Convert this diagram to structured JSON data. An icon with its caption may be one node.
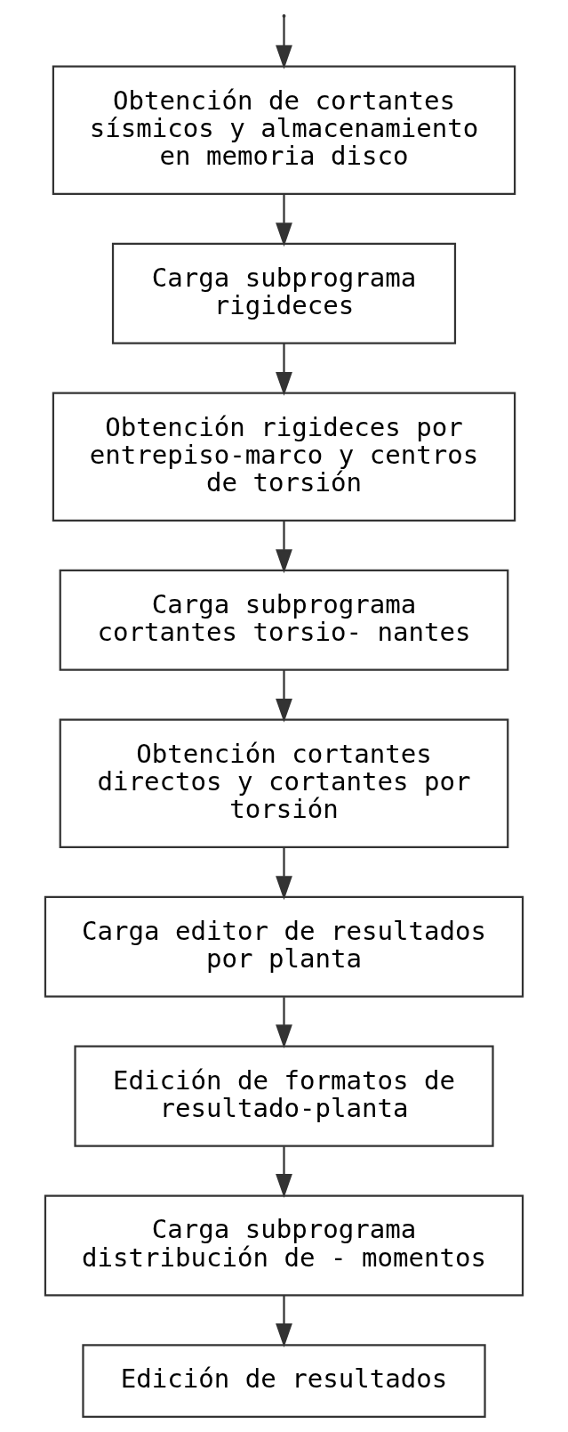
{
  "diagram": {
    "nodes": [
      {
        "text": [
          "Obtención de cortantes sísmicos y almacenamiento en memoria disco"
        ]
      },
      {
        "text": [
          "Carga subprograma rigideces"
        ]
      },
      {
        "text": [
          "Obtención rigideces por entrepiso-marco y centros de torsión"
        ]
      },
      {
        "text": [
          "Carga subprograma cortantes torsio- nantes"
        ]
      },
      {
        "text": [
          "Obtención cortantes directos y cortantes por torsión"
        ]
      },
      {
        "text": [
          "Carga editor de resultados por planta"
        ]
      },
      {
        "text": [
          "Edición de formatos de resultado-planta"
        ]
      },
      {
        "text": [
          "Carga subprograma distribución de - momentos"
        ]
      },
      {
        "text": [
          "Edición de resultados"
        ]
      }
    ],
    "edges": [
      {
        "from": null,
        "to": 0,
        "arrow": "to"
      },
      {
        "from": 0,
        "to": 1,
        "arrow": "to"
      },
      {
        "from": 1,
        "to": 2,
        "arrow": "to"
      },
      {
        "from": 2,
        "to": 3,
        "arrow": "to"
      },
      {
        "from": 3,
        "to": 4,
        "arrow": "to"
      },
      {
        "from": 4,
        "to": 5,
        "arrow": "to"
      },
      {
        "from": 5,
        "to": 6,
        "arrow": "to"
      },
      {
        "from": 6,
        "to": 7,
        "arrow": "to"
      },
      {
        "from": 7,
        "to": 8,
        "arrow": "to"
      }
    ]
  }
}
